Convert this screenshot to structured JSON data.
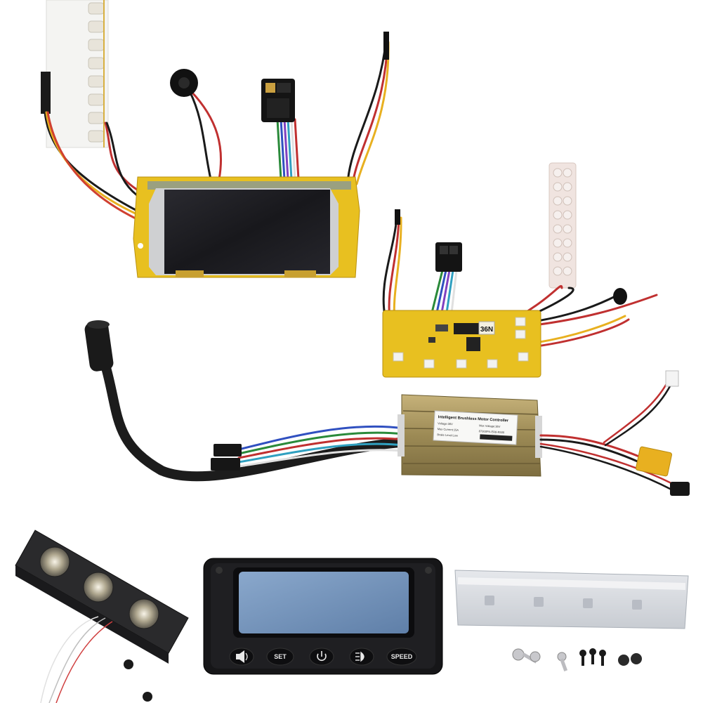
{
  "pcb_label": "36N",
  "controller": {
    "title": "Intelligent Brushless Motor Controller",
    "spec_left_1": "Voltage:36V",
    "spec_left_2": "Max Current:15A",
    "spec_left_3": "Brake Level:Low",
    "spec_right_1": "Max Voltage:36V",
    "spec_right_2": "87000FN-ER8-R500"
  },
  "dash_buttons": {
    "horn": "horn-icon",
    "set": "SET",
    "power": "power-icon",
    "light": "headlight-icon",
    "speed": "SPEED"
  },
  "colors": {
    "pcb_yellow": "#e8c020",
    "lcd_dark": "#1e1e22",
    "controller_gold": "#a89660",
    "dash_screen": "#7a9ac0"
  }
}
